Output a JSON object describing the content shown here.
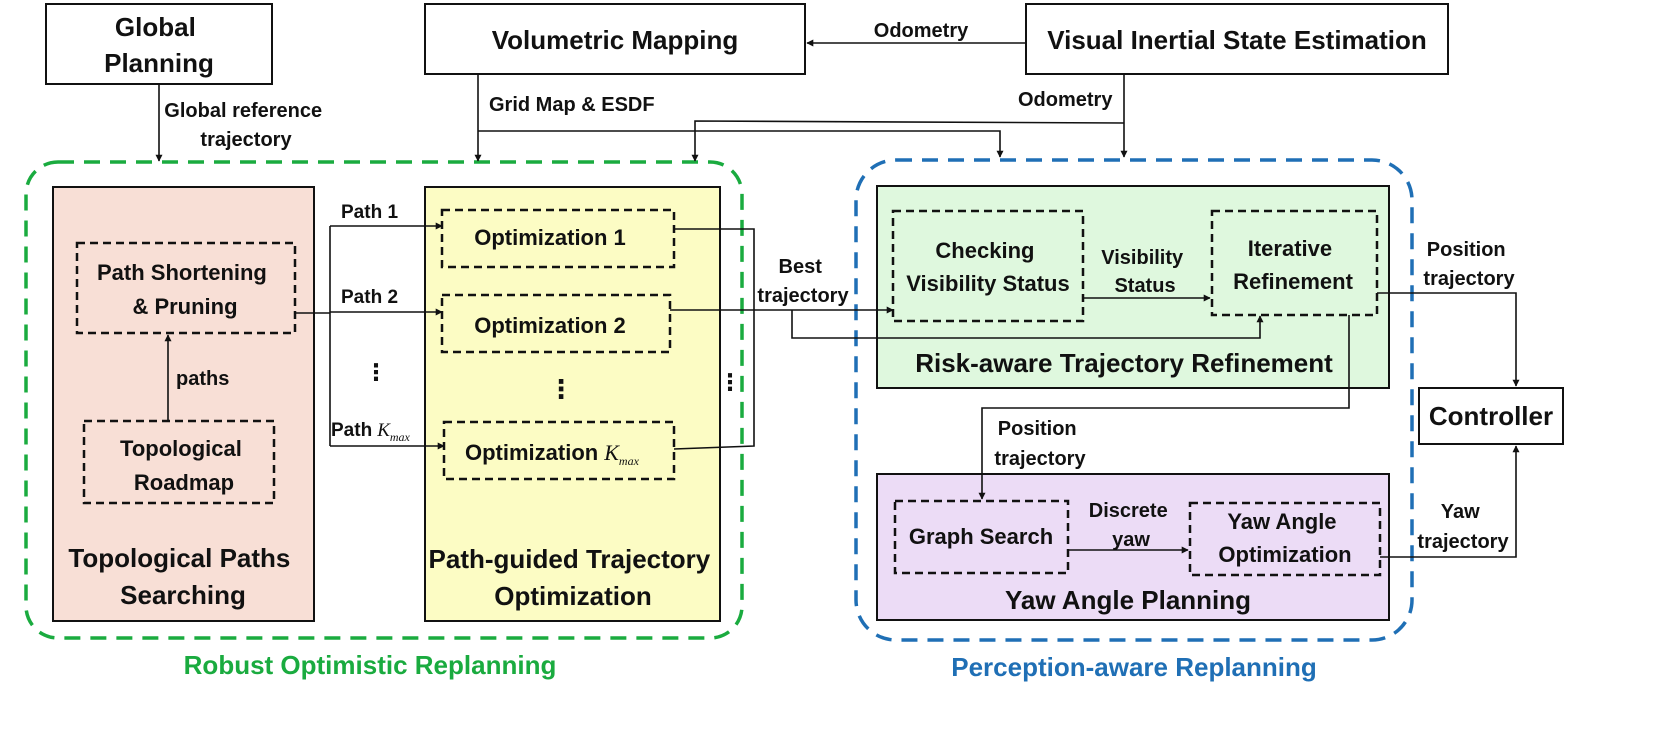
{
  "colors": {
    "green_group": "#1aab3f",
    "blue_group": "#1f6fb5",
    "topo_fill": "#f8dfd6",
    "opt_fill": "#fcfcc4",
    "risk_fill": "#dff8de",
    "yaw_fill": "#ecdcf6"
  },
  "boxes": {
    "global_planning": [
      "Global",
      "Planning"
    ],
    "volumetric_mapping": "Volumetric Mapping",
    "vise": "Visual Inertial State Estimation",
    "controller": "Controller"
  },
  "labels": {
    "global_reference": [
      "Global reference",
      "trajectory"
    ],
    "grid_map": "Grid Map & ESDF",
    "odometry_top": "Odometry",
    "odometry_right": "Odometry",
    "path1": "Path 1",
    "path2": "Path 2",
    "path_k": "Path",
    "k_max": {
      "base": "K",
      "sub": "max"
    },
    "paths": "paths",
    "best_trajectory": [
      "Best",
      "trajectory"
    ],
    "visibility_status": [
      "Visibility",
      "Status"
    ],
    "position_trajectory_right": [
      "Position",
      "trajectory"
    ],
    "position_trajectory_mid": [
      "Position",
      "trajectory"
    ],
    "discrete_yaw": [
      "Discrete",
      "yaw"
    ],
    "yaw_trajectory": [
      "Yaw",
      "trajectory"
    ],
    "vdots": "⋮"
  },
  "topological": {
    "path_shortening": [
      "Path Shortening",
      "& Pruning"
    ],
    "roadmap": [
      "Topological",
      "Roadmap"
    ],
    "title": [
      "Topological Paths",
      "Searching"
    ]
  },
  "optimization": {
    "opt1": "Optimization 1",
    "opt2": "Optimization 2",
    "optk": "Optimization",
    "title": [
      "Path-guided Trajectory",
      "Optimization"
    ]
  },
  "risk": {
    "checking": [
      "Checking",
      "Visibility Status"
    ],
    "iterative": [
      "Iterative",
      "Refinement"
    ],
    "title": "Risk-aware Trajectory Refinement"
  },
  "yaw": {
    "graph_search": "Graph Search",
    "yaw_opt": [
      "Yaw Angle",
      "Optimization"
    ],
    "title": "Yaw Angle Planning"
  },
  "groups": {
    "robust": "Robust Optimistic Replanning",
    "perception": "Perception-aware Replanning"
  }
}
